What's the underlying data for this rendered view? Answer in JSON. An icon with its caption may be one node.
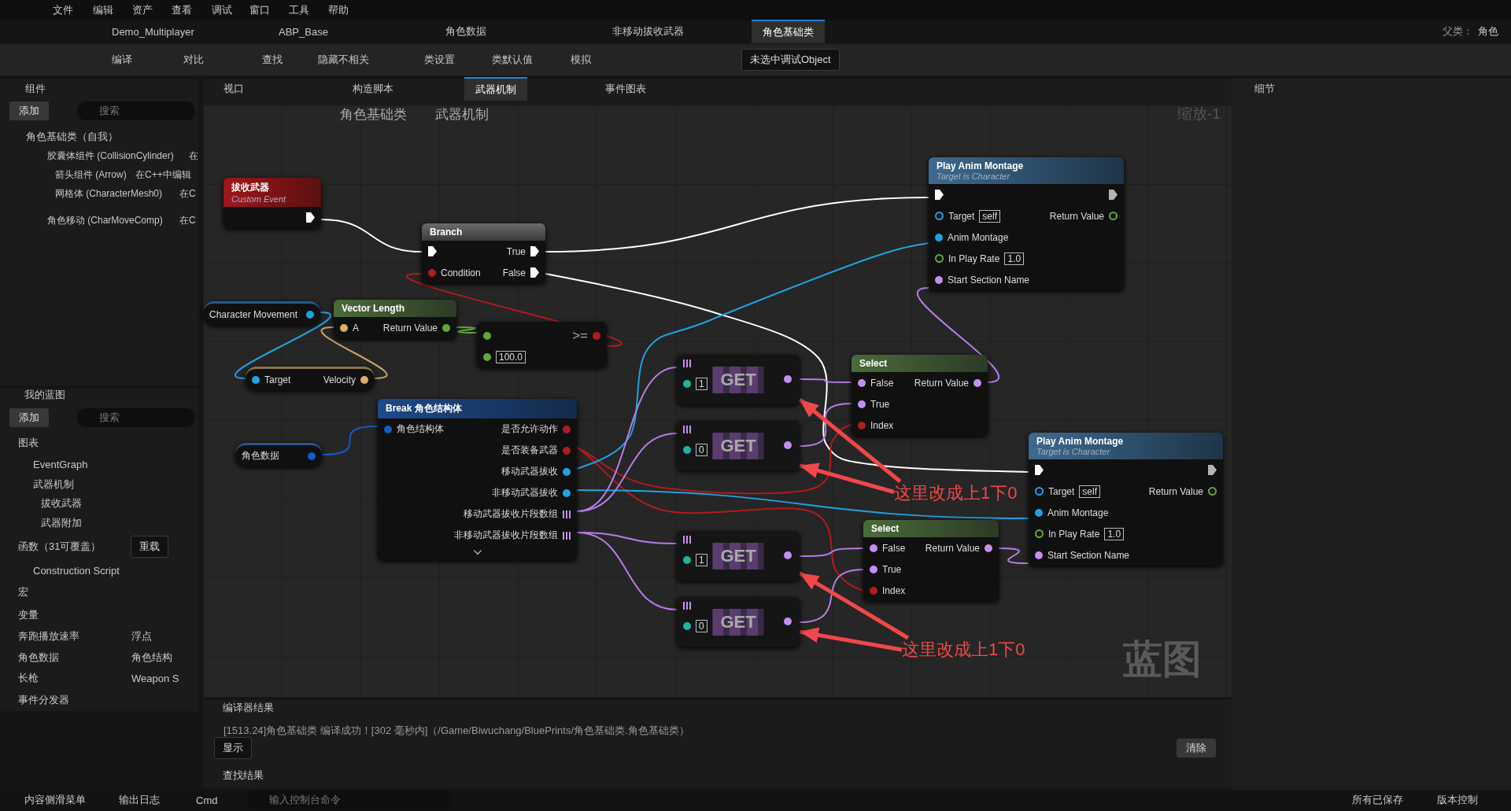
{
  "diagram": {
    "nodes": [
      {
        "text": [
          "拔收武器",
          "Custom Event"
        ]
      },
      {
        "text": [
          "Branch",
          "True",
          "Condition",
          "False"
        ]
      },
      {
        "text": [
          "Character Movement"
        ]
      },
      {
        "text": [
          "Vector Length",
          "A",
          "Return Value"
        ]
      },
      {
        "text": [
          ">=",
          "100.0"
        ]
      },
      {
        "text": [
          "Target",
          "Velocity"
        ]
      },
      {
        "text": [
          "角色数据"
        ]
      },
      {
        "text": [
          "Break 角色结构体",
          "角色结构体",
          "是否允许动作",
          "是否装备武器",
          "移动武器拔收",
          "非移动武器拔收",
          "移动武器拔收片段数组",
          "非移动武器拔收片段数组"
        ]
      },
      {
        "text": [
          "1",
          "GET"
        ]
      },
      {
        "text": [
          "0",
          "GET"
        ]
      },
      {
        "text": [
          "1",
          "GET"
        ]
      },
      {
        "text": [
          "0",
          "GET"
        ]
      },
      {
        "text": [
          "Select",
          "False",
          "Return Value",
          "True",
          "Index"
        ]
      },
      {
        "text": [
          "Select",
          "False",
          "Return Value",
          "True",
          "Index"
        ]
      },
      {
        "text": [
          "Play Anim Montage",
          "Target is Character",
          "Target",
          "self",
          "Return Value",
          "Anim Montage",
          "In Play Rate",
          "1.0",
          "Start Section Name"
        ]
      },
      {
        "text": [
          "Play Anim Montage",
          "Target is Character",
          "Target",
          "self",
          "Return Value",
          "Anim Montage",
          "In Play Rate",
          "1.0",
          "Start Section Name"
        ]
      },
      {
        "text": [
          "这里改成上1下0"
        ]
      },
      {
        "text": [
          "这里改成上1下0"
        ]
      }
    ],
    "edges": [
      {
        "from": 0,
        "to": 1,
        "arrow": "none",
        "color": "#ffffff"
      },
      {
        "from": 1,
        "to": 14,
        "arrow": "none",
        "color": "#ffffff"
      },
      {
        "from": 1,
        "to": 15,
        "arrow": "none",
        "color": "#ffffff"
      },
      {
        "from": 4,
        "to": 1,
        "arrow": "none",
        "color": "#b01c1c"
      },
      {
        "from": 2,
        "to": 5,
        "arrow": "none",
        "color": "#1fa3e0"
      },
      {
        "from": 5,
        "to": 3,
        "arrow": "none",
        "color": "#c9a46a"
      },
      {
        "from": 3,
        "to": 4,
        "arrow": "none",
        "color": "#5fa93a"
      },
      {
        "from": 6,
        "to": 7,
        "arrow": "none",
        "color": "#1659c9"
      },
      {
        "from": 7,
        "to": 12,
        "arrow": "none",
        "color": "#b01c1c"
      },
      {
        "from": 7,
        "to": 13,
        "arrow": "none",
        "color": "#b01c1c"
      },
      {
        "from": 7,
        "to": 14,
        "arrow": "none",
        "color": "#1fa3e0"
      },
      {
        "from": 7,
        "to": 15,
        "arrow": "none",
        "color": "#1fa3e0"
      },
      {
        "from": 7,
        "to": 8,
        "arrow": "none"
      },
      {
        "from": 7,
        "to": 9,
        "arrow": "none"
      },
      {
        "from": 7,
        "to": 10,
        "arrow": "none"
      },
      {
        "from": 7,
        "to": 11,
        "arrow": "none"
      },
      {
        "from": 8,
        "to": 12,
        "arrow": "none"
      },
      {
        "from": 9,
        "to": 12,
        "arrow": "none"
      },
      {
        "from": 10,
        "to": 13,
        "arrow": "none"
      },
      {
        "from": 11,
        "to": 13,
        "arrow": "none"
      },
      {
        "from": 12,
        "to": 14,
        "arrow": "none"
      },
      {
        "from": 13,
        "to": 15,
        "arrow": "none"
      },
      {
        "from": 16,
        "to": 8,
        "arrow": "to",
        "style": "thick",
        "color": "#f0484a"
      },
      {
        "from": 16,
        "to": 9,
        "arrow": "to",
        "style": "thick",
        "color": "#f0484a"
      },
      {
        "from": 17,
        "to": 10,
        "arrow": "to",
        "style": "thick",
        "color": "#f0484a"
      },
      {
        "from": 17,
        "to": 11,
        "arrow": "to",
        "style": "thick",
        "color": "#f0484a"
      }
    ],
    "labels": [
      "文件",
      "编辑",
      "资产",
      "查看",
      "调试",
      "窗口",
      "工具",
      "帮助",
      "Demo_Multiplayer",
      "ABP_Base",
      "角色数据",
      "非移动拔收武器",
      "角色基础类",
      "父类：",
      "角色",
      "编译",
      "对比",
      "查找",
      "隐藏不相关",
      "类设置",
      "类默认值",
      "模拟",
      "未选中调试Object",
      "组件",
      "视口",
      "构造脚本",
      "武器机制",
      "事件图表",
      "细节",
      "添加",
      "搜索",
      "角色基础类",
      "武器机制",
      "缩放-1",
      "角色基础类（自我）",
      "胶囊体组件 (CollisionCylinder)",
      "在",
      "箭头组件 (Arrow)",
      "在C++中编辑",
      "网格体 (CharacterMesh0)",
      "在C",
      "角色移动 (CharMoveComp)",
      "在C",
      "我的蓝图",
      "添加",
      "搜索",
      "图表",
      "EventGraph",
      "武器机制",
      "拔收武器",
      "武器附加",
      "函数（31可覆盖）",
      "重载",
      "Construction Script",
      "宏",
      "变量",
      "奔跑播放速率",
      "浮点",
      "角色数据",
      "角色结构",
      "长枪",
      "Weapon S",
      "事件分发器",
      "蓝图",
      "编译器结果",
      "[1513.24]角色基础类 编译成功！[302 毫秒内]（/Game/Biwuchang/BluePrints/角色基础类.角色基础类）",
      "显示",
      "清除",
      "查找结果",
      "内容侧滑菜单",
      "输出日志",
      "Cmd",
      "输入控制台命令",
      "所有已保存",
      "版本控制"
    ]
  }
}
